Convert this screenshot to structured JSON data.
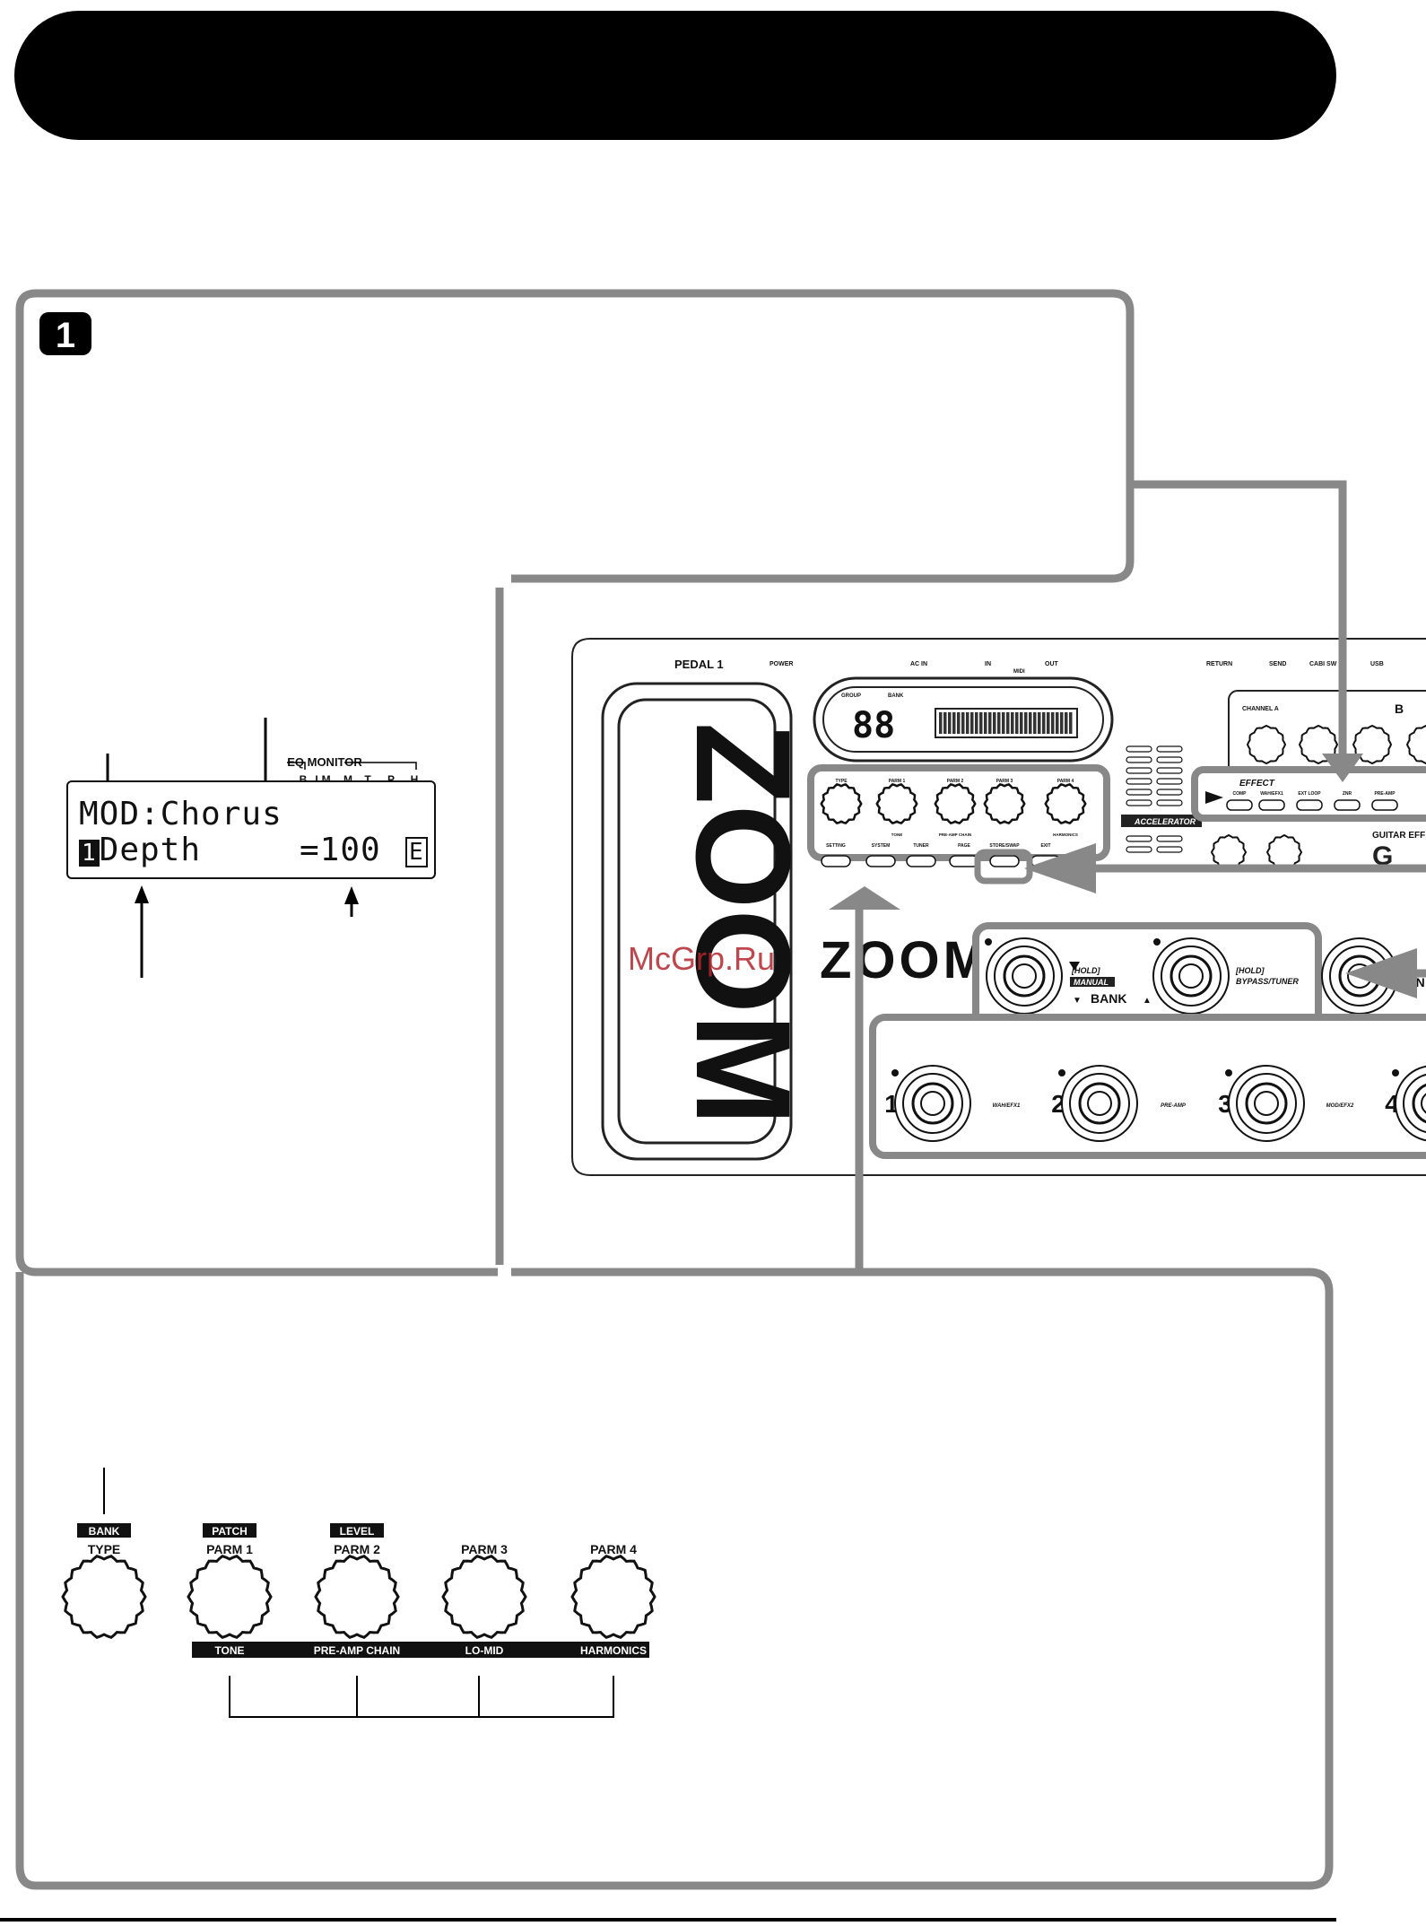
{
  "step_number": "1",
  "lcd": {
    "line1": "MOD:Chorus",
    "line2_marker": "1",
    "line2_param": "Depth",
    "line2_value": "=100",
    "line2_end": "E",
    "eq_monitor_title": "EQ MONITOR",
    "eq_monitor_bands": [
      "B",
      "LM",
      "M",
      "T",
      "P",
      "H"
    ]
  },
  "device": {
    "pedal_label": "PEDAL 1",
    "top_labels": [
      "POWER",
      "AC IN",
      "IN",
      "MIDI",
      "OUT",
      "RETURN",
      "SEND",
      "CABI SW",
      "USB"
    ],
    "led_display": "88",
    "group_label": "GROUP",
    "bank_label": "BANK",
    "brand": "ZOOM",
    "accelerator_label": "ACCELERATOR",
    "guitar_effects_label": "GUITAR EFF",
    "channel_label": "CHANNEL A",
    "channel_b": "B",
    "effect_label": "EFFECT",
    "effect_buttons": [
      "COMP",
      "WAH/EFX1",
      "EXT LOOP",
      "ZNR",
      "PRE-AMP"
    ],
    "knob_top_labels": [
      "TYPE",
      "PARM 1",
      "PARM 2",
      "PARM 3",
      "PARM 4"
    ],
    "knob_bottom_labels": [
      "TONE",
      "PRE-AMP CHAIN",
      "",
      "HARMONICS"
    ],
    "small_buttons": [
      "SETTING",
      "SYSTEM",
      "TUNER",
      "PAGE",
      "STORE/SWAP",
      "EXIT"
    ],
    "bank_footswitch_left": [
      "[HOLD]",
      "MANUAL"
    ],
    "bank_footswitch_right": [
      "[HOLD]",
      "BYPASS/TUNER"
    ],
    "bank_text": "BANK",
    "func_label": "FUN",
    "footswitches": [
      {
        "num": "1",
        "label": "WAH/EFX1"
      },
      {
        "num": "2",
        "label": "PRE-AMP"
      },
      {
        "num": "3",
        "label": "MOD/EFX2"
      },
      {
        "num": "4",
        "label": ""
      }
    ]
  },
  "knobs": [
    {
      "top_tag": "BANK",
      "label": "TYPE"
    },
    {
      "top_tag": "PATCH",
      "label": "PARM 1"
    },
    {
      "top_tag": "LEVEL",
      "label": "PARM 2"
    },
    {
      "top_tag": "",
      "label": "PARM 3"
    },
    {
      "top_tag": "",
      "label": "PARM 4"
    }
  ],
  "knob_bottom_tags": [
    "TONE",
    "PRE-AMP CHAIN",
    "LO-MID",
    "HARMONICS"
  ],
  "watermark": "McGrp.Ru"
}
